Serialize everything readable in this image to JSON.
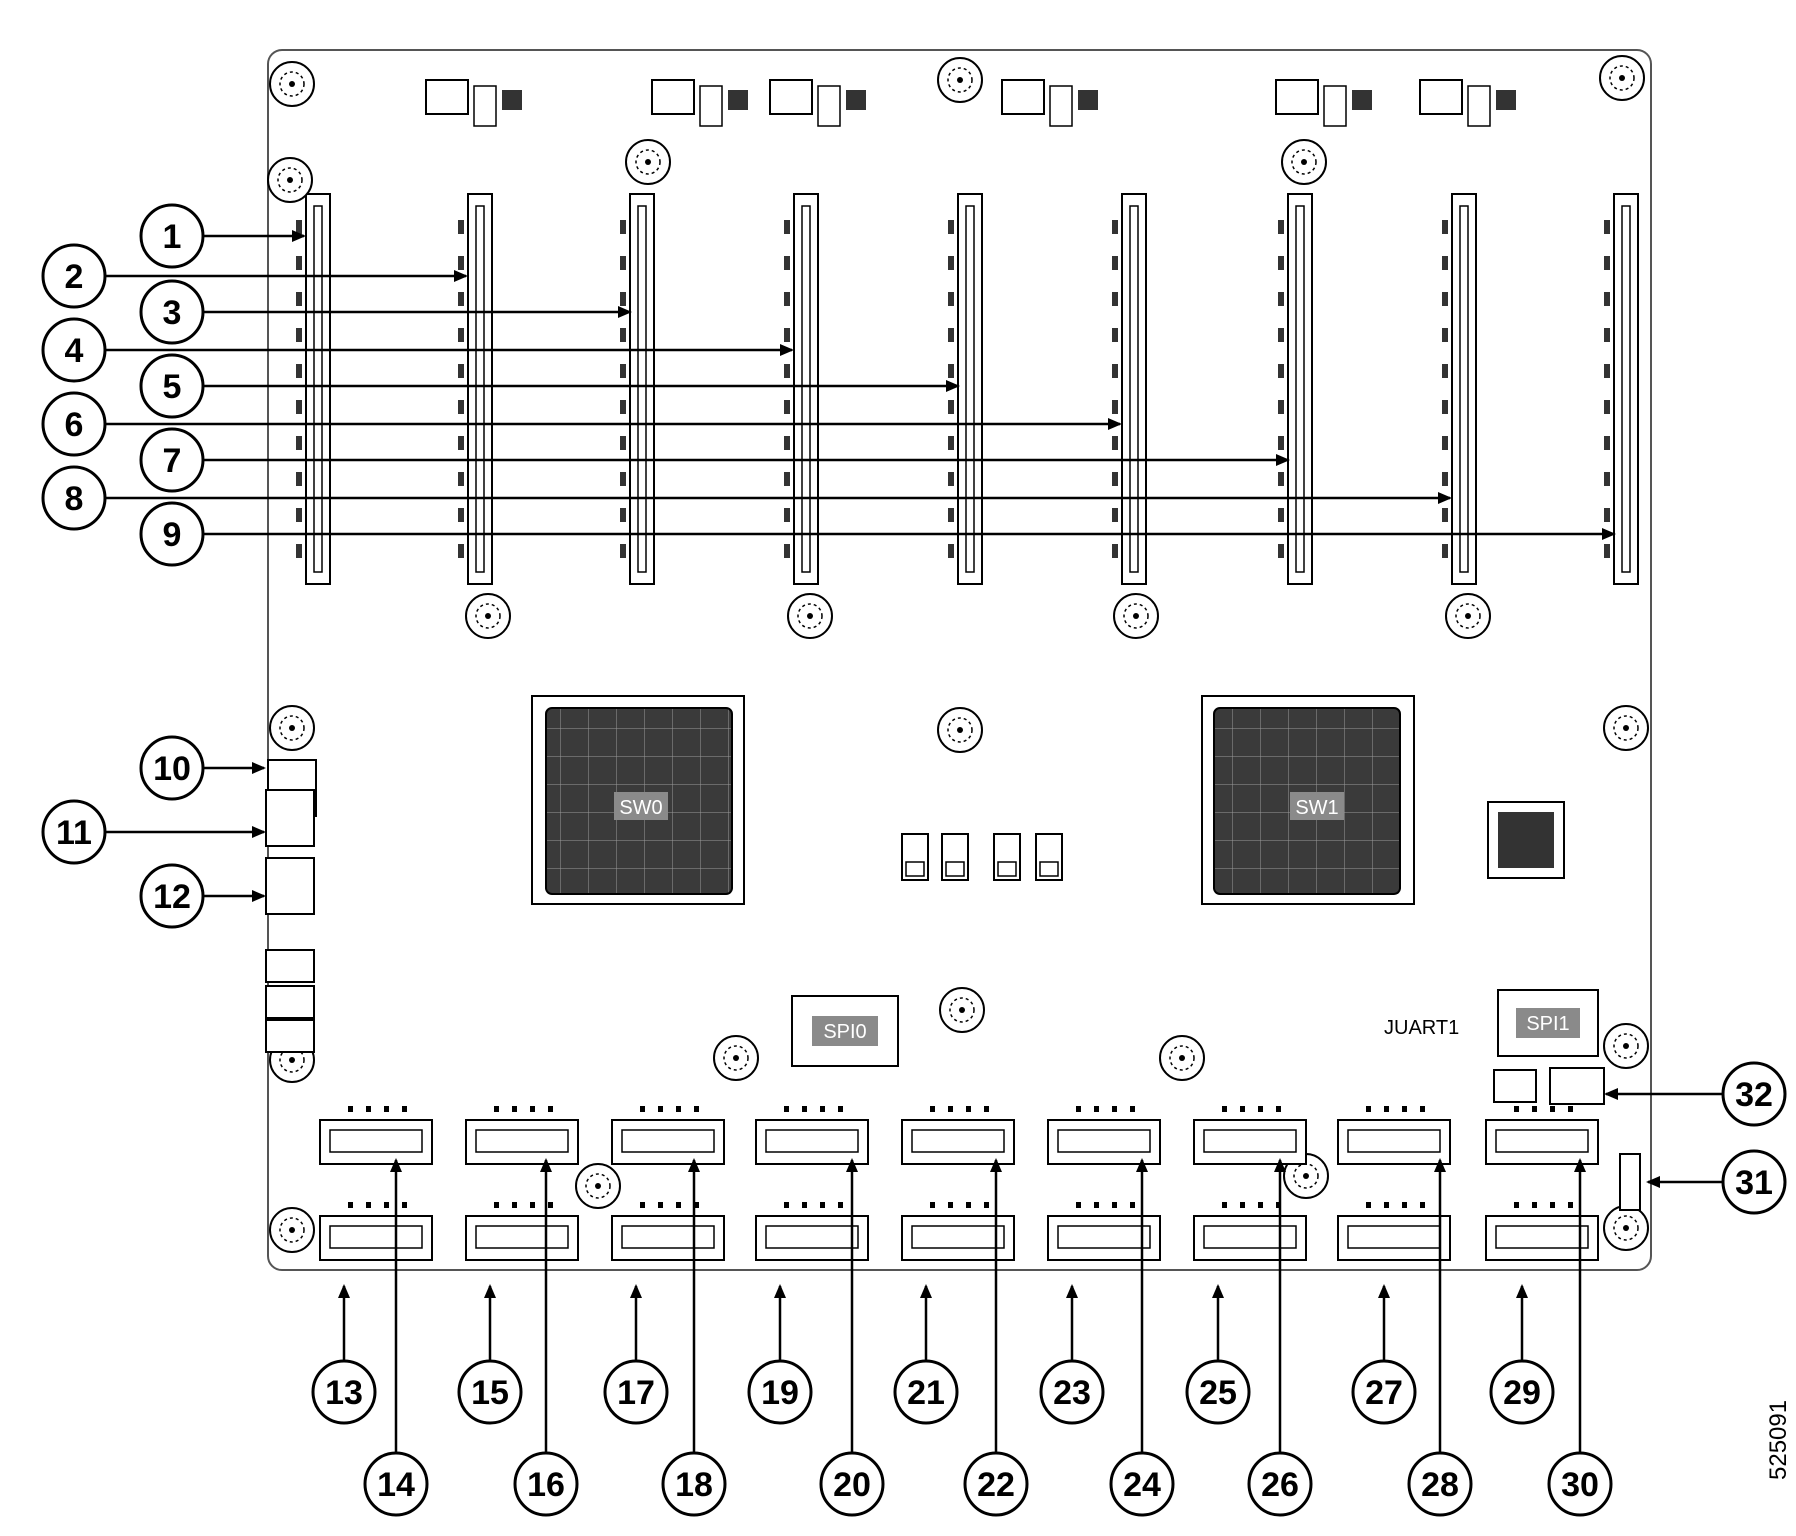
{
  "labels": {
    "sw0": "SW0",
    "sw1": "SW1",
    "spi0": "SPI0",
    "spi1": "SPI1",
    "juart1": "JUART1",
    "figure_id": "525091"
  },
  "callouts": [
    {
      "n": "1"
    },
    {
      "n": "2"
    },
    {
      "n": "3"
    },
    {
      "n": "4"
    },
    {
      "n": "5"
    },
    {
      "n": "6"
    },
    {
      "n": "7"
    },
    {
      "n": "8"
    },
    {
      "n": "9"
    },
    {
      "n": "10"
    },
    {
      "n": "11"
    },
    {
      "n": "12"
    },
    {
      "n": "13"
    },
    {
      "n": "14"
    },
    {
      "n": "15"
    },
    {
      "n": "16"
    },
    {
      "n": "17"
    },
    {
      "n": "18"
    },
    {
      "n": "19"
    },
    {
      "n": "20"
    },
    {
      "n": "21"
    },
    {
      "n": "22"
    },
    {
      "n": "23"
    },
    {
      "n": "24"
    },
    {
      "n": "25"
    },
    {
      "n": "26"
    },
    {
      "n": "27"
    },
    {
      "n": "28"
    },
    {
      "n": "29"
    },
    {
      "n": "30"
    },
    {
      "n": "31"
    },
    {
      "n": "32"
    }
  ]
}
